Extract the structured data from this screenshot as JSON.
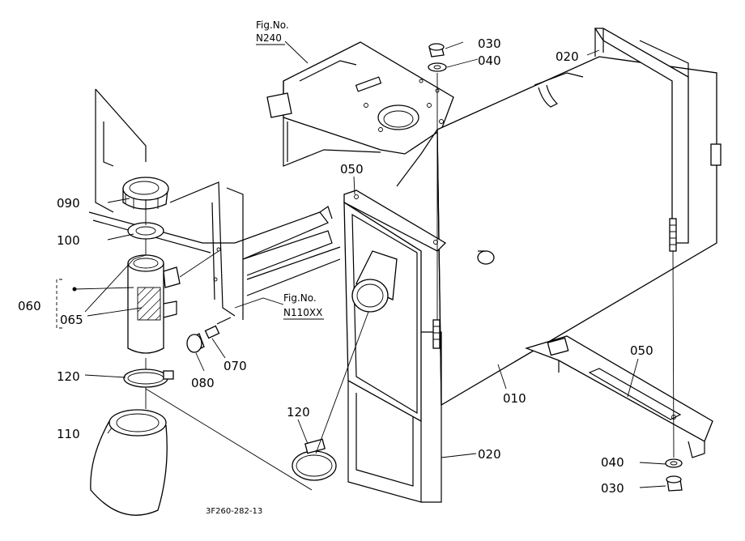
{
  "callouts": {
    "p010": "010",
    "p020_top": "020",
    "p020_bottom": "020",
    "p030_top": "030",
    "p030_bottom": "030",
    "p040_top": "040",
    "p040_bottom": "040",
    "p050_top": "050",
    "p050_right": "050",
    "p060": "060",
    "p065": "065",
    "p070": "070",
    "p080": "080",
    "p090": "090",
    "p100": "100",
    "p110": "110",
    "p120_left": "120",
    "p120_right": "120"
  },
  "fig_refs": {
    "n240_line1": "Fig.No.",
    "n240_line2": "N240",
    "n110_line1": "Fig.No.",
    "n110_line2": "N110XX"
  },
  "drawing_number": "3F260-282-13"
}
